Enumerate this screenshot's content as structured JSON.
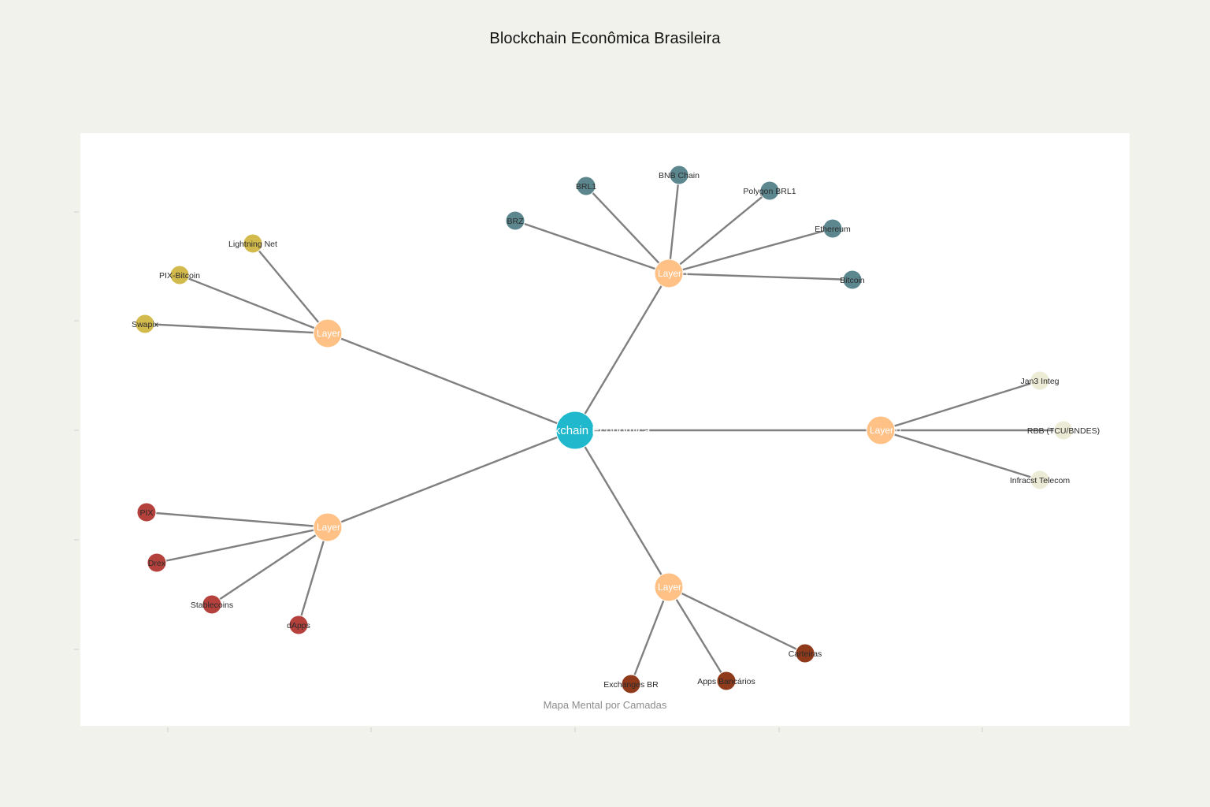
{
  "title": "Blockchain Econômica Brasileira",
  "subtitle": "Mapa Mental por Camadas",
  "colors": {
    "background": "#f2f2ed",
    "plot_background": "#ffffff",
    "edge": "#808080",
    "root": "#1fb8cd",
    "hub": "#ffc185",
    "layer_0": "#ecebd5",
    "layer_1": "#5d878f",
    "layer_2": "#d2ba4c",
    "layer_3": "#b4413c",
    "layer_4": "#944454"
  },
  "root": {
    "label": "Blockchain Econômica",
    "color": "#1fb8cd"
  },
  "hubs": [
    {
      "id": "layer0",
      "label": "Layer 0",
      "color": "#ffc185",
      "children": [
        {
          "label": "Jan3 Integ",
          "color": "#ecebd5"
        },
        {
          "label": "RBB (TCU/BNDES)",
          "color": "#ecebd5"
        },
        {
          "label": "Infracst Telecom",
          "color": "#ecebd5"
        }
      ]
    },
    {
      "id": "layer1",
      "label": "Layer 1",
      "color": "#ffc185",
      "children": [
        {
          "label": "BRZ",
          "color": "#5d878f"
        },
        {
          "label": "BRL1",
          "color": "#5d878f"
        },
        {
          "label": "BNB Chain",
          "color": "#5d878f"
        },
        {
          "label": "Polygon BRL1",
          "color": "#5d878f"
        },
        {
          "label": "Ethereum",
          "color": "#5d878f"
        },
        {
          "label": "Bitcoin",
          "color": "#5d878f"
        }
      ]
    },
    {
      "id": "layer2",
      "label": "Layer 2",
      "color": "#ffc185",
      "children": [
        {
          "label": "Lightning Net",
          "color": "#d2ba4c"
        },
        {
          "label": "PIX-Bitcoin",
          "color": "#d2ba4c"
        },
        {
          "label": "Swapix",
          "color": "#d2ba4c"
        }
      ]
    },
    {
      "id": "layer3",
      "label": "Layer 3",
      "color": "#ffc185",
      "children": [
        {
          "label": "PIX",
          "color": "#b4413c"
        },
        {
          "label": "Drex",
          "color": "#b4413c"
        },
        {
          "label": "Stablecoins",
          "color": "#b4413c"
        },
        {
          "label": "dApps",
          "color": "#b4413c"
        }
      ]
    },
    {
      "id": "layer4",
      "label": "Layer 4",
      "color": "#ffc185",
      "children": [
        {
          "label": "Exchanges BR",
          "color": "#8f3a1a"
        },
        {
          "label": "Apps Bancários",
          "color": "#8f3a1a"
        },
        {
          "label": "Carteiras",
          "color": "#8f3a1a"
        }
      ]
    }
  ]
}
